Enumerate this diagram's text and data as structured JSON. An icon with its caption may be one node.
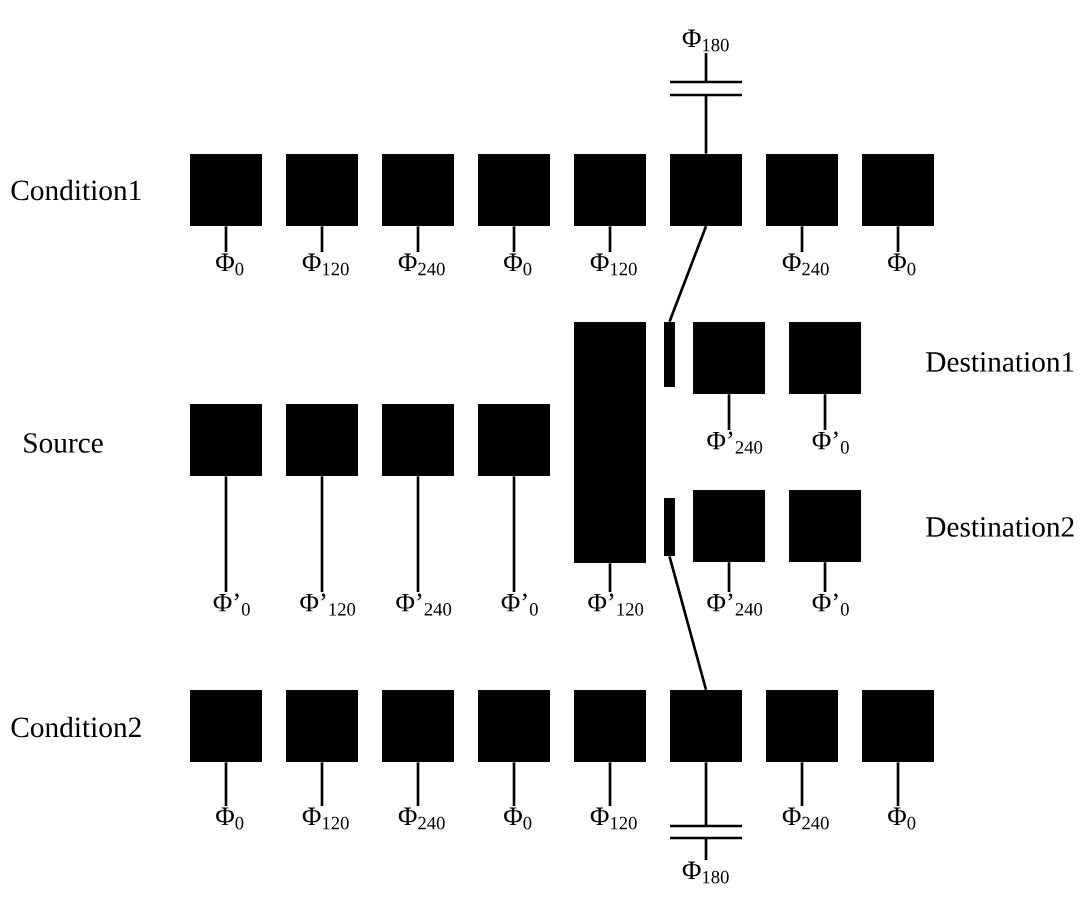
{
  "diagram": {
    "nodes": [
      {
        "text": [
          "Φ$_{180}$"
        ]
      },
      {
        "text": [],
        "shape": "box"
      },
      {
        "text": [],
        "shape": "box"
      },
      {
        "text": [],
        "shape": "box"
      },
      {
        "text": [],
        "shape": "box"
      },
      {
        "text": [],
        "shape": "box"
      },
      {
        "text": [],
        "shape": "box"
      },
      {
        "text": [],
        "shape": "box"
      },
      {
        "text": [],
        "shape": "box"
      },
      {
        "text": [
          "Φ$_{0}$"
        ]
      },
      {
        "text": [
          "Φ$_{120}$"
        ]
      },
      {
        "text": [
          "Φ$_{240}$"
        ]
      },
      {
        "text": [
          "Φ$_{0}$"
        ]
      },
      {
        "text": [
          "Φ$_{120}$"
        ]
      },
      {
        "text": [
          "Φ$_{240}$"
        ]
      },
      {
        "text": [
          "Φ$_{0}$"
        ]
      },
      {
        "text": [],
        "shape": "box"
      },
      {
        "text": [],
        "shape": "box"
      },
      {
        "text": [],
        "shape": "box"
      },
      {
        "text": [],
        "shape": "box"
      },
      {
        "text": [
          "Φ’$_{240}$"
        ]
      },
      {
        "text": [
          "Φ’$_{0}$"
        ]
      },
      {
        "text": [],
        "shape": "box"
      },
      {
        "text": [],
        "shape": "box"
      },
      {
        "text": [],
        "shape": "box"
      },
      {
        "text": [],
        "shape": "box"
      },
      {
        "text": [],
        "shape": "box"
      },
      {
        "text": [],
        "shape": "box"
      },
      {
        "text": [],
        "shape": "box"
      },
      {
        "text": [
          "Φ’$_{0}$"
        ]
      },
      {
        "text": [
          "Φ’$_{120}$"
        ]
      },
      {
        "text": [
          "Φ’$_{240}$"
        ]
      },
      {
        "text": [
          "Φ’$_{0}$"
        ]
      },
      {
        "text": [
          "Φ’$_{120}$"
        ]
      },
      {
        "text": [
          "Φ’$_{240}$"
        ]
      },
      {
        "text": [
          "Φ’$_{0}$"
        ]
      },
      {
        "text": [],
        "shape": "box"
      },
      {
        "text": [],
        "shape": "box"
      },
      {
        "text": [],
        "shape": "box"
      },
      {
        "text": [],
        "shape": "box"
      },
      {
        "text": [],
        "shape": "box"
      },
      {
        "text": [],
        "shape": "box"
      },
      {
        "text": [],
        "shape": "box"
      },
      {
        "text": [],
        "shape": "box"
      },
      {
        "text": [
          "Φ$_{0}$"
        ]
      },
      {
        "text": [
          "Φ$_{120}$"
        ]
      },
      {
        "text": [
          "Φ$_{240}$"
        ]
      },
      {
        "text": [
          "Φ$_{0}$"
        ]
      },
      {
        "text": [
          "Φ$_{120}$"
        ]
      },
      {
        "text": [
          "Φ$_{240}$"
        ]
      },
      {
        "text": [
          "Φ$_{0}$"
        ]
      },
      {
        "text": [
          "Φ$_{180}$"
        ]
      }
    ],
    "edges": [
      {
        "from": 0,
        "to": 6,
        "arrow": "none"
      },
      {
        "from": 1,
        "to": 9,
        "arrow": "none"
      },
      {
        "from": 2,
        "to": 10,
        "arrow": "none"
      },
      {
        "from": 3,
        "to": 11,
        "arrow": "none"
      },
      {
        "from": 4,
        "to": 12,
        "arrow": "none"
      },
      {
        "from": 5,
        "to": 13,
        "arrow": "none"
      },
      {
        "from": 7,
        "to": 14,
        "arrow": "none"
      },
      {
        "from": 8,
        "to": 15,
        "arrow": "none"
      },
      {
        "from": 6,
        "to": 17,
        "arrow": "none"
      },
      {
        "from": 18,
        "to": 20,
        "arrow": "none"
      },
      {
        "from": 19,
        "to": 21,
        "arrow": "none"
      },
      {
        "from": 22,
        "to": 29,
        "arrow": "none"
      },
      {
        "from": 23,
        "to": 30,
        "arrow": "none"
      },
      {
        "from": 24,
        "to": 31,
        "arrow": "none"
      },
      {
        "from": 25,
        "to": 32,
        "arrow": "none"
      },
      {
        "from": 16,
        "to": 33,
        "arrow": "none"
      },
      {
        "from": 27,
        "to": 34,
        "arrow": "none"
      },
      {
        "from": 28,
        "to": 35,
        "arrow": "none"
      },
      {
        "from": 26,
        "to": 41,
        "arrow": "none"
      },
      {
        "from": 36,
        "to": 44,
        "arrow": "none"
      },
      {
        "from": 37,
        "to": 45,
        "arrow": "none"
      },
      {
        "from": 38,
        "to": 46,
        "arrow": "none"
      },
      {
        "from": 39,
        "to": 47,
        "arrow": "none"
      },
      {
        "from": 40,
        "to": 48,
        "arrow": "none"
      },
      {
        "from": 42,
        "to": 49,
        "arrow": "none"
      },
      {
        "from": 43,
        "to": 50,
        "arrow": "none"
      },
      {
        "from": 41,
        "to": 51,
        "arrow": "none"
      }
    ],
    "labels": [
      "Condition1",
      "Destination1",
      "Source",
      "Destination2",
      "Condition2"
    ]
  }
}
